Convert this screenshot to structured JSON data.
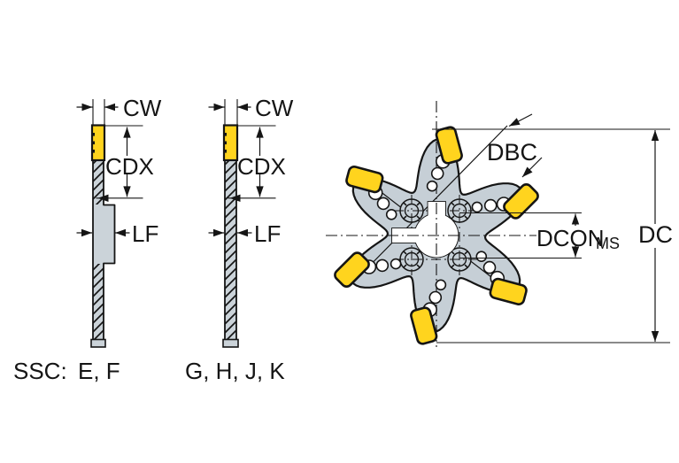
{
  "labels": {
    "view1": {
      "cw": "CW",
      "cdx": "CDX",
      "lf": "LF"
    },
    "view2": {
      "cw": "CW",
      "cdx": "CDX",
      "lf": "LF"
    },
    "front": {
      "dbc": "DBC",
      "dcon": "DCON",
      "dcon_sub": "MS",
      "dc": "DC"
    },
    "ssc": {
      "label": "SSC:",
      "view1": "E, F",
      "view2": "G, H, J, K"
    }
  },
  "colors": {
    "insert_yellow": "#ffd41e",
    "body_gray": "#c6cfd6",
    "blade_gray": "#cbd3d9",
    "line": "#151515"
  }
}
